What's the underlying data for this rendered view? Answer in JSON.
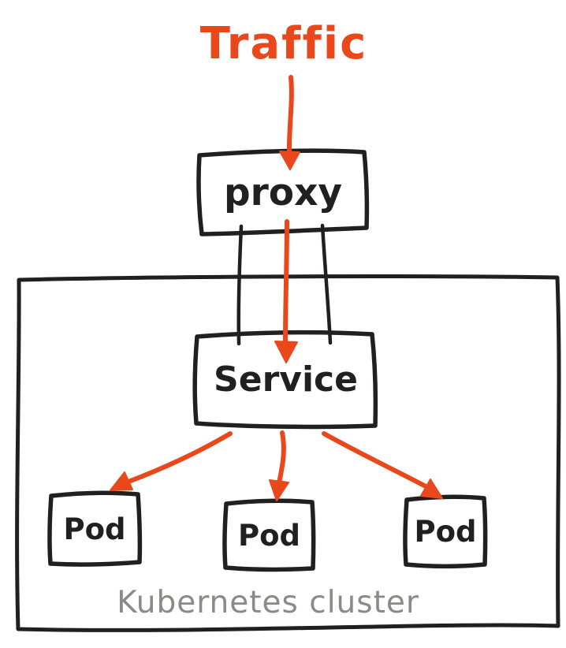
{
  "colors": {
    "accent": "#e8481b",
    "ink": "#211f20",
    "caption": "#8c8a88",
    "background": "#ffffff"
  },
  "labels": {
    "traffic": "Traffic",
    "proxy": "proxy",
    "service": "Service",
    "cluster": "Kubernetes cluster"
  },
  "pods": [
    {
      "label": "Pod"
    },
    {
      "label": "Pod"
    },
    {
      "label": "Pod"
    }
  ],
  "connections": [
    {
      "from": "Traffic",
      "to": "proxy",
      "style": "orange-arrow"
    },
    {
      "from": "proxy",
      "to": "Service",
      "style": "orange-arrow"
    },
    {
      "from": "proxy",
      "to": "Service",
      "style": "black-line"
    },
    {
      "from": "proxy",
      "to": "Service",
      "style": "black-line"
    },
    {
      "from": "Service",
      "to": "Pod-1",
      "style": "orange-arrow"
    },
    {
      "from": "Service",
      "to": "Pod-2",
      "style": "orange-arrow"
    },
    {
      "from": "Service",
      "to": "Pod-3",
      "style": "orange-arrow"
    }
  ]
}
